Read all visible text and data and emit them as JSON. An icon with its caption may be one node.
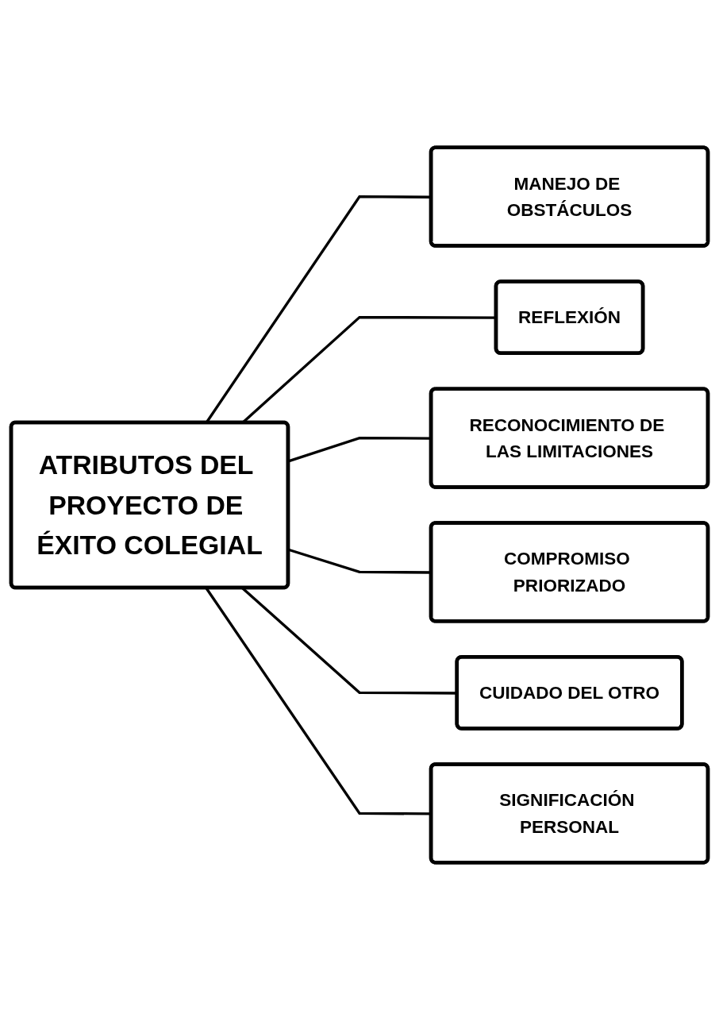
{
  "diagram": {
    "nodes": [
      {
        "text": [
          "ATRIBUTOS DEL PROYECTO DE ÉXITO COLEGIAL"
        ]
      },
      {
        "text": [
          "MANEJO DE OBSTÁCULOS"
        ]
      },
      {
        "text": [
          "REFLEXIÓN"
        ]
      },
      {
        "text": [
          "RECONOCIMIENTO DE LAS LIMITACIONES"
        ]
      },
      {
        "text": [
          "COMPROMISO PRIORIZADO"
        ]
      },
      {
        "text": [
          "CUIDADO DEL OTRO"
        ]
      },
      {
        "text": [
          "SIGNIFICACIÓN PERSONAL"
        ]
      }
    ],
    "edges": [
      {
        "from": 0,
        "to": 1,
        "arrow": "none"
      },
      {
        "from": 0,
        "to": 2,
        "arrow": "none"
      },
      {
        "from": 0,
        "to": 3,
        "arrow": "none"
      },
      {
        "from": 0,
        "to": 4,
        "arrow": "none"
      },
      {
        "from": 0,
        "to": 5,
        "arrow": "none"
      },
      {
        "from": 0,
        "to": 6,
        "arrow": "none"
      }
    ]
  }
}
